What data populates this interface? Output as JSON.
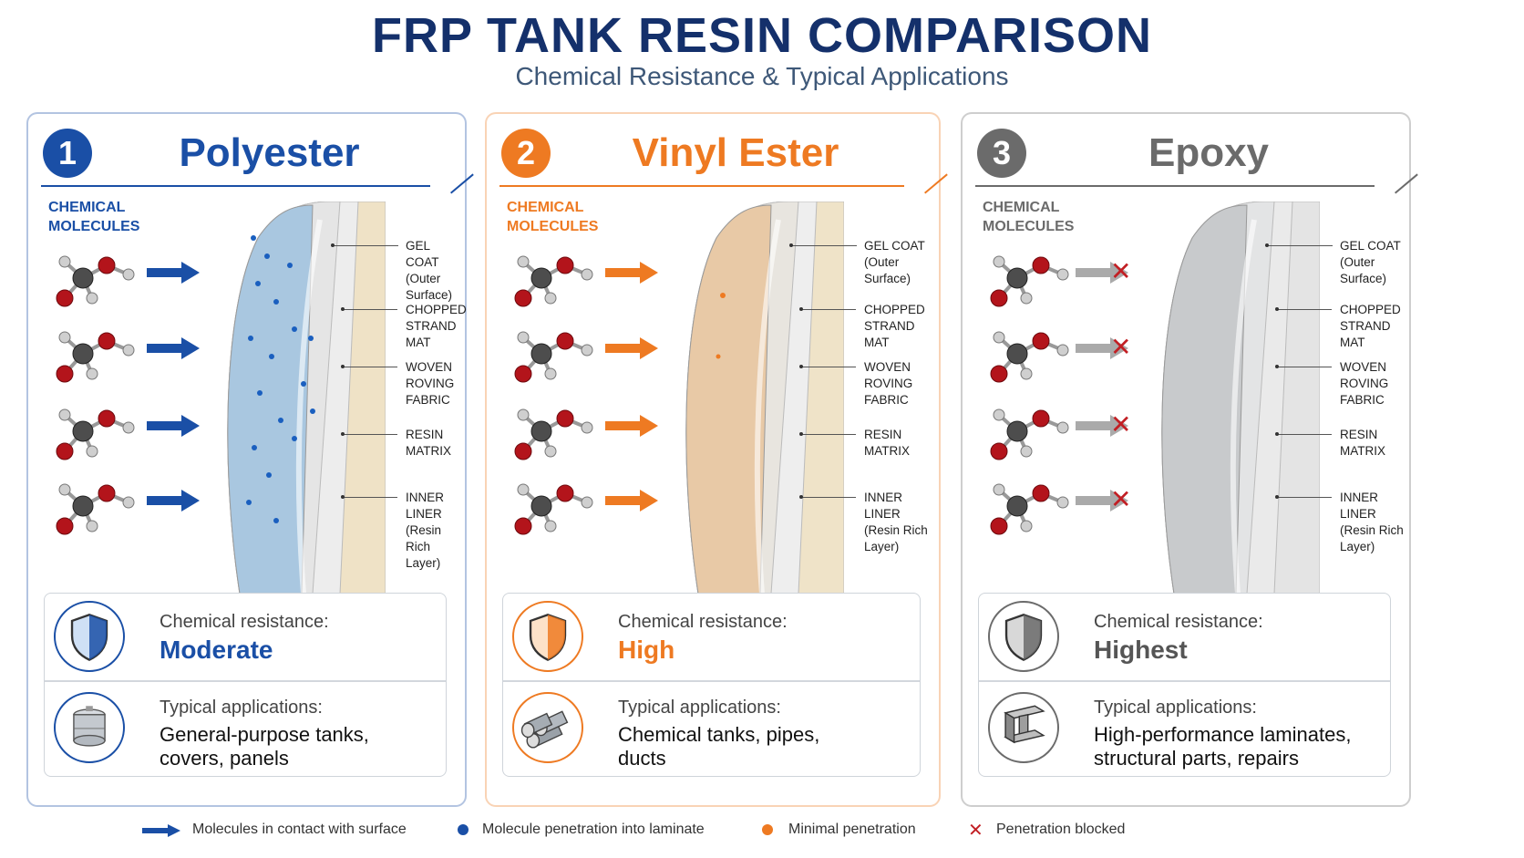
{
  "header": {
    "title": "FRP TANK RESIN COMPARISON",
    "subtitle": "Chemical Resistance & Typical Applications"
  },
  "molecule_label": "CHEMICAL\nMOLECULES",
  "layer_labels": [
    "GEL COAT\n(Outer Surface)",
    "CHOPPED STRAND\nMAT",
    "WOVEN ROVING\nFABRIC",
    "RESIN MATRIX",
    "INNER LINER\n(Resin Rich Layer)"
  ],
  "panels": [
    {
      "number": "1",
      "name": "Polyester",
      "accent": "#1a4fa6",
      "resistance_label": "Chemical resistance:",
      "resistance_value": "Moderate",
      "applications_label": "Typical applications:",
      "applications": "General-purpose tanks,\ncovers, panels",
      "penetration": "penetration",
      "icons": [
        "shield-icon",
        "tank-icon"
      ]
    },
    {
      "number": "2",
      "name": "Vinyl Ester",
      "accent": "#ee7a22",
      "resistance_label": "Chemical resistance:",
      "resistance_value": "High",
      "applications_label": "Typical applications:",
      "applications": "Chemical tanks, pipes,\nducts",
      "penetration": "minimal",
      "icons": [
        "shield-icon",
        "pipes-icon"
      ]
    },
    {
      "number": "3",
      "name": "Epoxy",
      "accent": "#6b6b6b",
      "resistance_label": "Chemical resistance:",
      "resistance_value": "Highest",
      "applications_label": "Typical applications:",
      "applications": "High-performance laminates,\nstructural parts, repairs",
      "penetration": "blocked",
      "icons": [
        "shield-icon",
        "i-beam-icon"
      ]
    }
  ],
  "legend": [
    {
      "label": "Molecules in contact with surface",
      "icon": "arrow-icon",
      "color": "#1a4fa6"
    },
    {
      "label": "Molecule penetration into laminate",
      "icon": "blue-dot-icon",
      "color": "#1a4fa6"
    },
    {
      "label": "Minimal penetration",
      "icon": "orange-dot-icon",
      "color": "#ee7a22"
    },
    {
      "label": "Penetration blocked",
      "icon": "x-icon",
      "color": "#c21f24"
    }
  ]
}
